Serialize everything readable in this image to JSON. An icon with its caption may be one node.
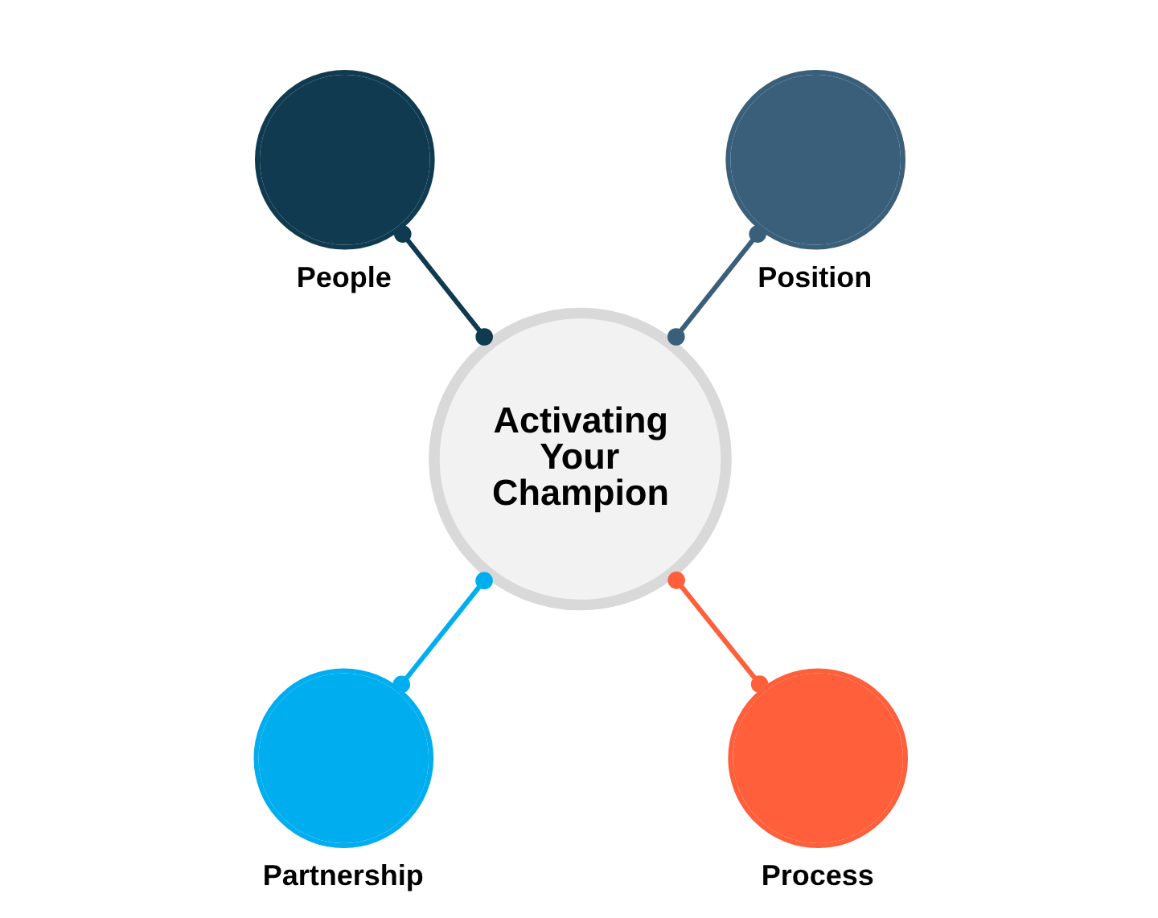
{
  "diagram": {
    "nodes": [
      {
        "text": [
          "People"
        ]
      },
      {
        "text": [
          "Position"
        ]
      },
      {
        "text": [
          "Activating Your Champion"
        ]
      },
      {
        "text": [
          "Partnership"
        ]
      },
      {
        "text": [
          "Process"
        ]
      }
    ],
    "edges": [
      {
        "from": 0,
        "to": 2,
        "arrow": "other",
        "color": "#0f3a4f"
      },
      {
        "from": 1,
        "to": 2,
        "arrow": "other",
        "color": "#3a5f7a"
      },
      {
        "from": 2,
        "to": 3,
        "arrow": "other",
        "color": "#00aeef"
      },
      {
        "from": 2,
        "to": 4,
        "arrow": "other",
        "color": "#ff5f3a"
      }
    ]
  }
}
